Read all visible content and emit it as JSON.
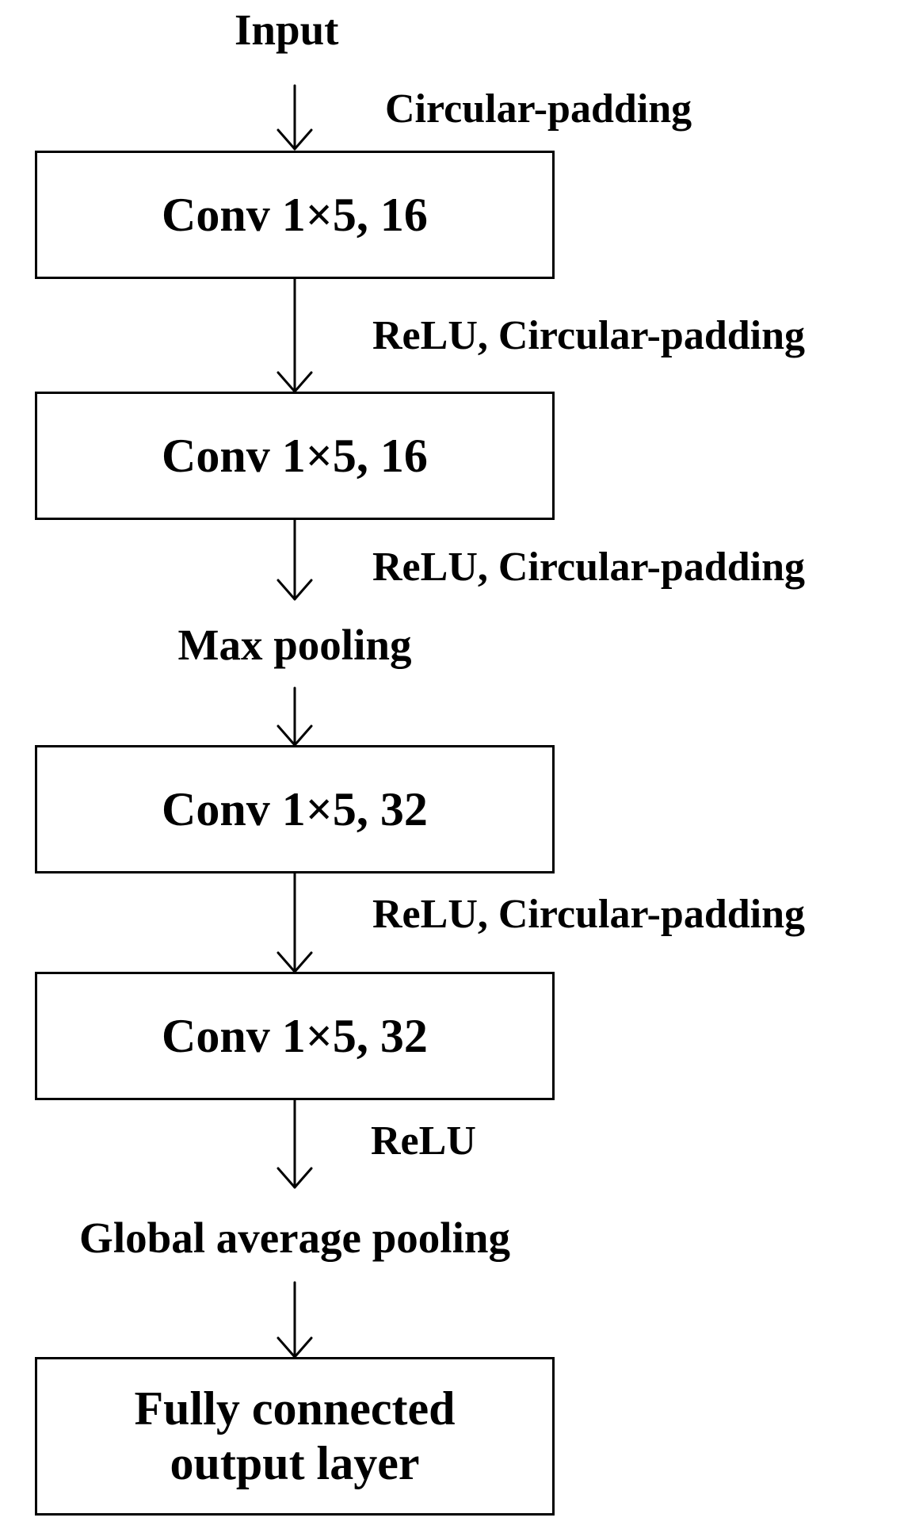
{
  "nodes": {
    "input": "Input",
    "conv1": "Conv 1×5, 16",
    "conv2": "Conv 1×5, 16",
    "max_pooling": "Max pooling",
    "conv3": "Conv 1×5, 32",
    "conv4": "Conv 1×5, 32",
    "global_avg_pooling": "Global average pooling",
    "output_line1": "Fully connected",
    "output_line2": "output layer"
  },
  "edge_labels": {
    "input_to_conv1": "Circular-padding",
    "conv1_to_conv2": "ReLU, Circular-padding",
    "conv2_to_maxpool": "ReLU, Circular-padding",
    "conv3_to_conv4": "ReLU, Circular-padding",
    "conv4_to_gap": "ReLU"
  },
  "colors": {
    "stroke": "#000000",
    "background": "#ffffff"
  }
}
